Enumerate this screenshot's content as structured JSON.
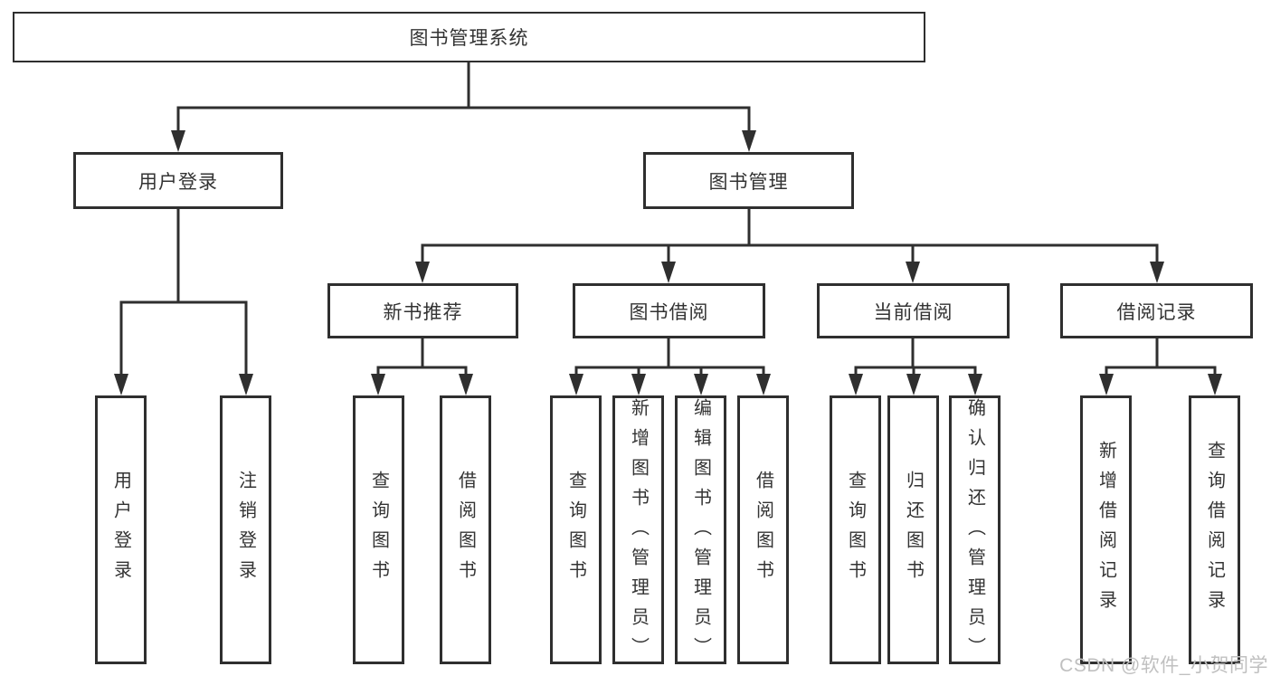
{
  "nodes": {
    "root": "图书管理系统",
    "user_login": "用户登录",
    "book_management": "图书管理",
    "new_book_recommend": "新书推荐",
    "book_borrowing": "图书借阅",
    "current_borrowing": "当前借阅",
    "borrowing_records": "借阅记录",
    "leaf_user_login": "用户登录",
    "leaf_logout": "注销登录",
    "leaf_query_books_1": "查询图书",
    "leaf_borrow_books_1": "借阅图书",
    "leaf_query_books_2": "查询图书",
    "leaf_add_books_admin": "新增图书（管理员）",
    "leaf_edit_books_admin": "编辑图书（管理员）",
    "leaf_borrow_books_2": "借阅图书",
    "leaf_query_books_3": "查询图书",
    "leaf_return_books": "归还图书",
    "leaf_confirm_return_admin": "确认归还（管理员）",
    "leaf_add_borrow_record": "新增借阅记录",
    "leaf_query_borrow_record": "查询借阅记录"
  },
  "watermark": {
    "text": "CSDN @软件_小贺同学"
  },
  "colors": {
    "line": "#2f2f2f",
    "text": "#333333",
    "background": "#ffffff",
    "watermark": "#c0c0c0"
  }
}
